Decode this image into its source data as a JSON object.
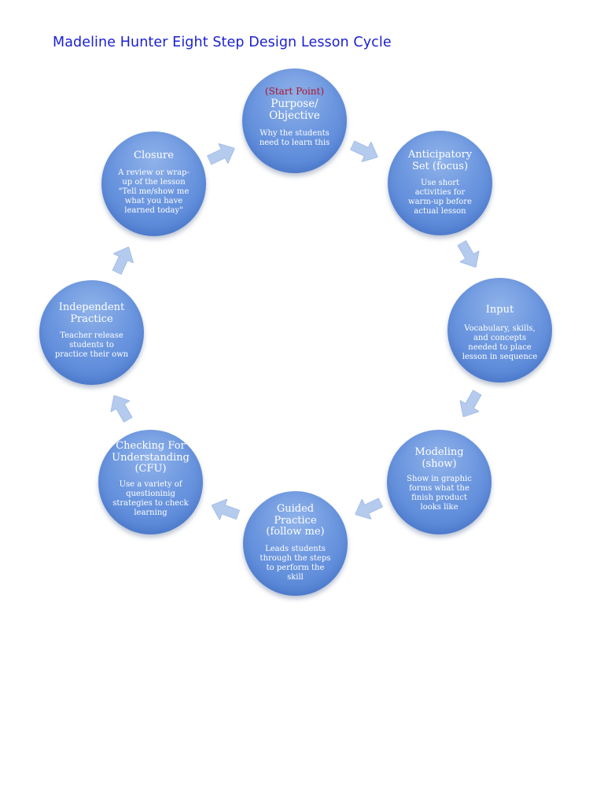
{
  "title": "Madeline Hunter Eight Step Design Lesson Cycle",
  "colors": {
    "title": "#1a1fcf",
    "node": "#6b96df",
    "start_point": "#b3122a",
    "arrow": "#b4cbee"
  },
  "nodes": [
    {
      "id": "purpose",
      "pre": "(Start Point)",
      "title": [
        "Purpose/",
        "Objective"
      ],
      "body": [
        "Why the students",
        "need to learn this"
      ]
    },
    {
      "id": "anticipatory",
      "title": [
        "Anticipatory",
        "Set (focus)"
      ],
      "body": [
        "Use short",
        "activities for",
        "warm-up before",
        "actual lesson"
      ]
    },
    {
      "id": "input",
      "title": [
        "Input"
      ],
      "body": [
        "Vocabulary, skills,",
        "and concepts",
        "needed to place",
        "lesson in sequence"
      ]
    },
    {
      "id": "modeling",
      "title": [
        "Modeling",
        "(show)"
      ],
      "body": [
        "Show in graphic",
        "forms what the",
        "finish product",
        "looks like"
      ]
    },
    {
      "id": "guided",
      "title": [
        "Guided",
        "Practice",
        "(follow me)"
      ],
      "body": [
        "Leads students",
        "through the steps",
        "to perform the",
        "skill"
      ]
    },
    {
      "id": "cfu",
      "title": [
        "Checking For",
        "Understanding",
        "(CFU)"
      ],
      "body": [
        "Use a variety of",
        "questioninig",
        "strategies to check",
        "learning"
      ]
    },
    {
      "id": "independent",
      "title": [
        "Independent",
        "Practice"
      ],
      "body": [
        "Teacher release",
        "students to",
        "practice their own"
      ]
    },
    {
      "id": "closure",
      "title": [
        "Closure"
      ],
      "body": [
        "A review or wrap-",
        "up of the lesson",
        "\"Tell me/show me",
        "what you have",
        "learned today\""
      ]
    }
  ]
}
